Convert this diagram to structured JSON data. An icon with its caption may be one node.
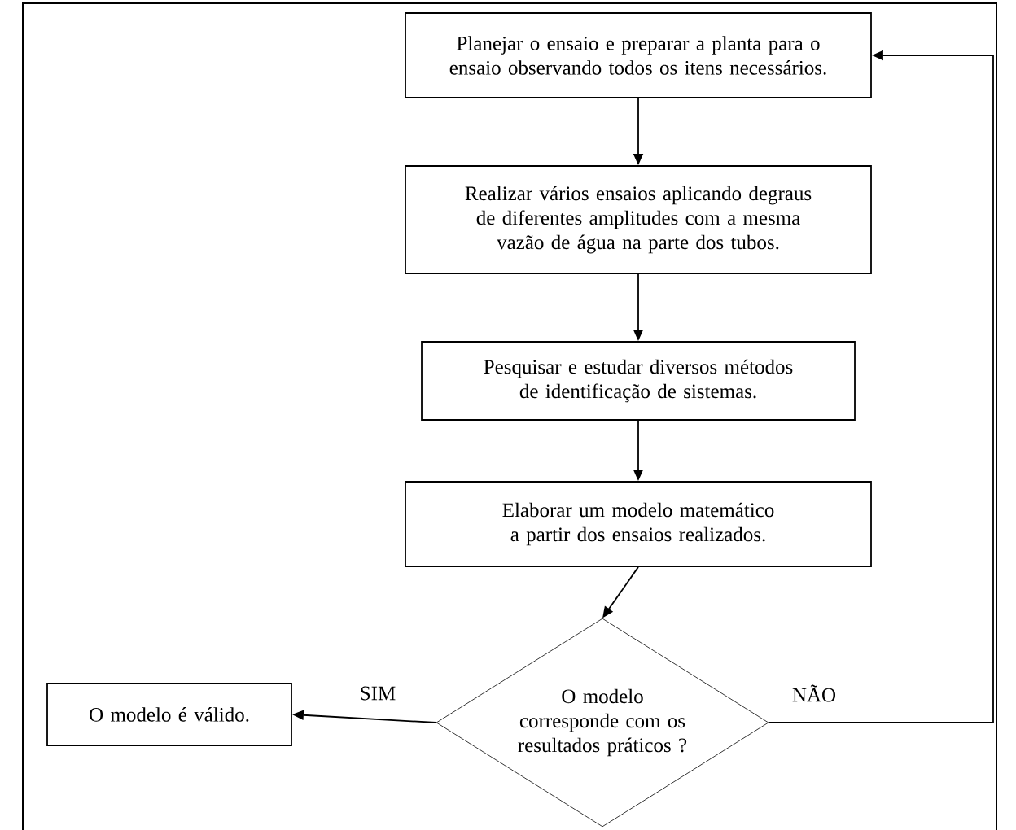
{
  "diagram": {
    "nodes": [
      {
        "text": [
          "Planejar o ensaio e preparar a planta para o ensaio observando todos os itens necessários."
        ]
      },
      {
        "text": [
          "Realizar vários ensaios aplicando degraus de diferentes amplitudes com a mesma vazão de água na parte dos tubos."
        ]
      },
      {
        "text": [
          "Pesquisar e estudar diversos métodos de identificação de sistemas."
        ]
      },
      {
        "text": [
          "Elaborar um modelo matemático a partir dos ensaios realizados."
        ]
      },
      {
        "text": [
          "O modelo corresponde com os resultados práticos ?"
        ]
      },
      {
        "text": [
          "O modelo é válido."
        ]
      }
    ],
    "edges": [
      {
        "from": 0,
        "to": 1,
        "arrow": "to"
      },
      {
        "from": 1,
        "to": 2,
        "arrow": "to"
      },
      {
        "from": 2,
        "to": 3,
        "arrow": "to"
      },
      {
        "from": 3,
        "to": 4,
        "arrow": "to"
      },
      {
        "from": 4,
        "to": 5,
        "arrow": "to",
        "label": "SIM"
      },
      {
        "from": 4,
        "to": 0,
        "arrow": "to",
        "label": "NÃO"
      }
    ]
  }
}
